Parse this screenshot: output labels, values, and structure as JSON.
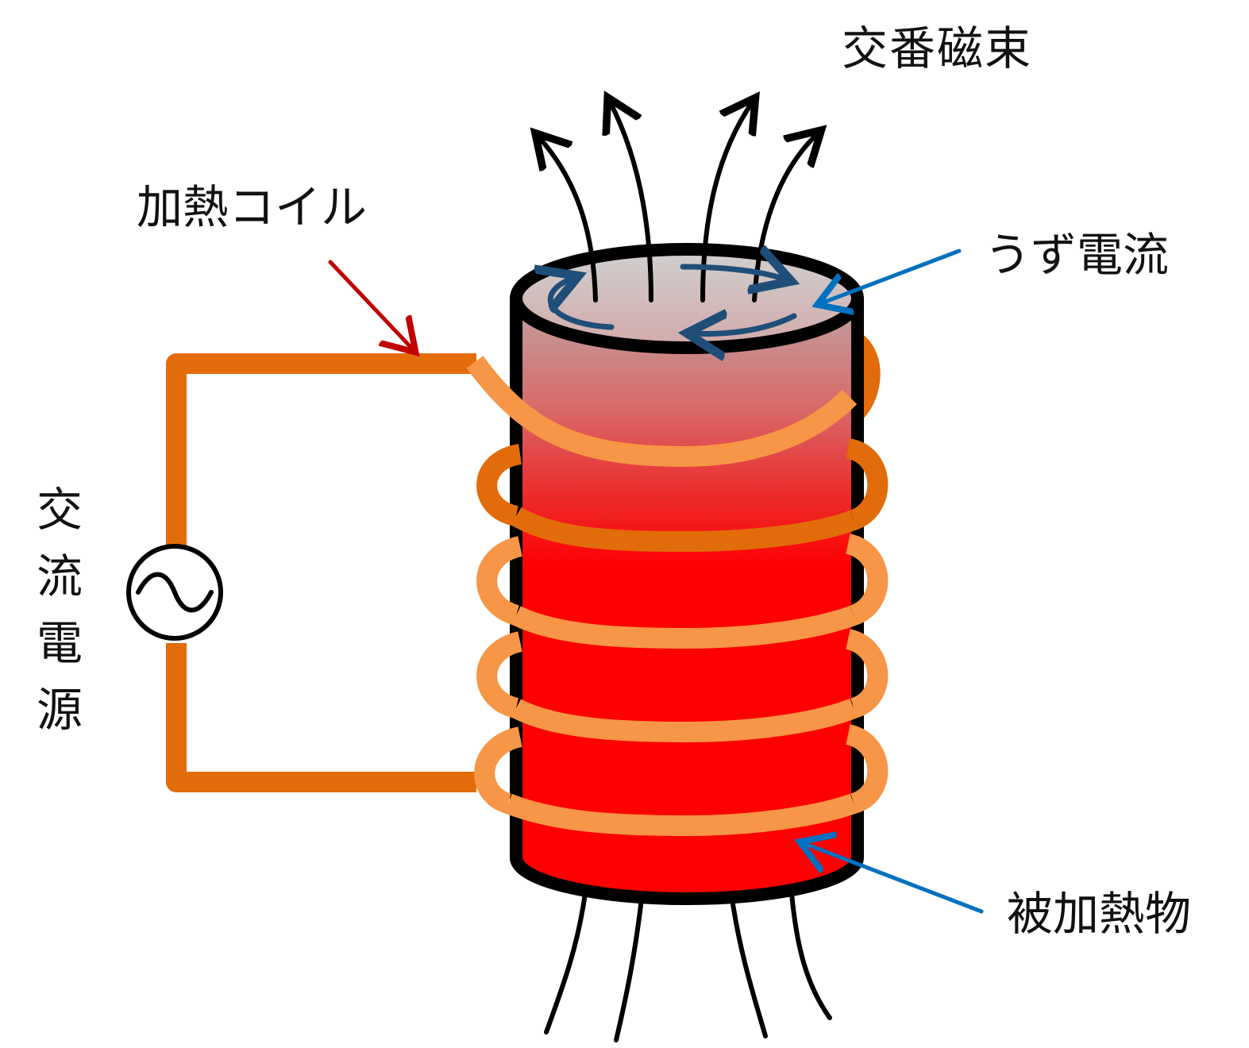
{
  "labels": {
    "alternating_flux": "交番磁束",
    "heating_coil": "加熱コイル",
    "eddy_current": "うず電流",
    "ac_power_source": "交流電源",
    "heated_object": "被加熱物"
  },
  "colors": {
    "coil_front": "#f79646",
    "coil_dark": "#e36c0a",
    "object_red": "#ff0000",
    "object_top_gray": "#c9c9c9",
    "eddy_arrow": "#1f4e79",
    "pointer_blue": "#0070c0",
    "pointer_red": "#c00000",
    "outline": "#000000"
  },
  "icons": {
    "ac_source_symbol": "sine-wave-in-circle-icon"
  }
}
